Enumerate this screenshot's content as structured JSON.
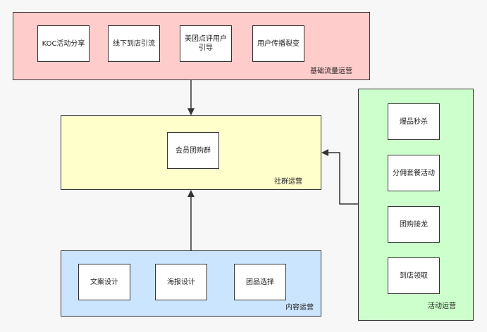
{
  "groups": {
    "top": {
      "label": "基础流量运营"
    },
    "mid": {
      "label": "社群运营"
    },
    "bottom": {
      "label": "内容运营"
    },
    "right": {
      "label": "活动运营"
    }
  },
  "nodes": {
    "koc": "KOC活动分享",
    "offline": "线下到店引流",
    "meituan_line1": "美团点评用户",
    "meituan_line2": "引导",
    "spread": "用户传播裂变",
    "member": "会员团购群",
    "copy": "文案设计",
    "poster": "海报设计",
    "product": "团品选择",
    "flash": "爆品秒杀",
    "commission": "分佣套餐活动",
    "groupbuy": "团购接龙",
    "pickup": "到店领取"
  },
  "colors": {
    "top_fill": "#ffcccc",
    "mid_fill": "#ffffcc",
    "bottom_fill": "#cce5ff",
    "right_fill": "#ccffcc",
    "stroke": "#333333"
  }
}
